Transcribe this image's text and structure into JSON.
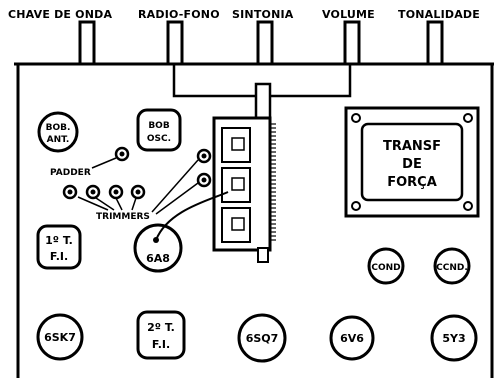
{
  "controls": {
    "wave_switch": "CHAVE DE ONDA",
    "radio_phono": "RADIO-FONO",
    "tuning": "SINTONIA",
    "volume": "VOLUME",
    "tone": "TONALIDADE"
  },
  "coils": {
    "antenna_line1": "BOB.",
    "antenna_line2": "ANT.",
    "oscillator_line1": "BOB",
    "oscillator_line2": "OSC."
  },
  "padder": "PADDER",
  "trimmers": "TRIMMERS",
  "transformer": {
    "line1": "TRANSF",
    "line2": "DE",
    "line3": "FORÇA"
  },
  "if_transformers": {
    "first_line1": "1º T.",
    "first_line2": "F.I.",
    "second_line1": "2º T.",
    "second_line2": "F.I."
  },
  "tubes": {
    "converter": "6A8",
    "if_amp": "6SK7",
    "detector": "6SQ7",
    "output": "6V6",
    "rectifier": "5Y3"
  },
  "capacitors": {
    "cond1": "COND",
    "cond2": "CCND."
  }
}
